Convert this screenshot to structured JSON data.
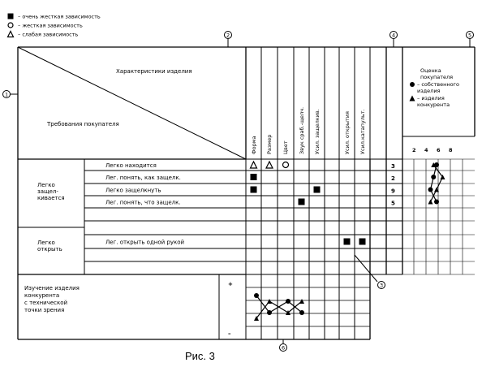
{
  "legend": [
    {
      "symbol": "square",
      "label": "– очень жесткая зависимость"
    },
    {
      "symbol": "circle",
      "label": "– жесткая зависимость"
    },
    {
      "symbol": "triangle",
      "label": "– слабая зависимость"
    }
  ],
  "callouts": [
    "①",
    "②",
    "③",
    "④",
    "⑤",
    "⑥"
  ],
  "header": {
    "characteristics_title": "Характеристики изделия",
    "requirements_title": "Требования покупателя"
  },
  "characteristics": [
    "Форма",
    "Размер",
    "Цвет",
    "Звук сраб.-щелч.",
    "Усил. защелкив.",
    "",
    "Усил. открытия",
    "Усил.катапульт."
  ],
  "evaluation": {
    "title_lines": [
      "Оценка",
      "покупателя"
    ],
    "own_lines": [
      "– собственного",
      "изделия"
    ],
    "competitor_lines": [
      "– изделия",
      "конкурента"
    ],
    "scale": [
      "2",
      "4",
      "6",
      "8"
    ]
  },
  "groups": [
    {
      "name_lines": [
        "Легко",
        "защел-",
        "кивается"
      ]
    },
    {
      "name_lines": [
        "Легко",
        "открыть"
      ]
    }
  ],
  "requirements": [
    {
      "label": "Легко находится",
      "importance": "3"
    },
    {
      "label": "Лег. понять, как защелк.",
      "importance": "2"
    },
    {
      "label": "Легко защелкнуть",
      "importance": "9"
    },
    {
      "label": "Лег. понять, что защелк.",
      "importance": "5"
    },
    {
      "label": "",
      "importance": ""
    },
    {
      "label": "",
      "importance": ""
    },
    {
      "label": "Лег. открыть одной рукой",
      "importance": ""
    },
    {
      "label": "",
      "importance": ""
    },
    {
      "label": "",
      "importance": ""
    }
  ],
  "relations": [
    {
      "row": 0,
      "col": 0,
      "symbol": "triangle"
    },
    {
      "row": 0,
      "col": 1,
      "symbol": "triangle"
    },
    {
      "row": 0,
      "col": 2,
      "symbol": "circle"
    },
    {
      "row": 1,
      "col": 0,
      "symbol": "square"
    },
    {
      "row": 2,
      "col": 0,
      "symbol": "square"
    },
    {
      "row": 2,
      "col": 4,
      "symbol": "square"
    },
    {
      "row": 3,
      "col": 3,
      "symbol": "square"
    },
    {
      "row": 6,
      "col": 6,
      "symbol": "square"
    },
    {
      "row": 6,
      "col": 7,
      "symbol": "square"
    }
  ],
  "ratings": {
    "own": [
      6,
      5.5,
      5,
      6
    ],
    "competitor": [
      5.5,
      7,
      6,
      5
    ]
  },
  "competitor_study": {
    "label_lines": [
      "Изучение изделия",
      "конкурента",
      "с технической",
      "точки зрения"
    ],
    "plus": "+",
    "minus": "–",
    "own": [
      1,
      -0.5,
      0.5,
      -0.5
    ],
    "competitor": [
      -1,
      0.5,
      -0.5,
      0.5
    ]
  },
  "caption": "Рис. 3"
}
